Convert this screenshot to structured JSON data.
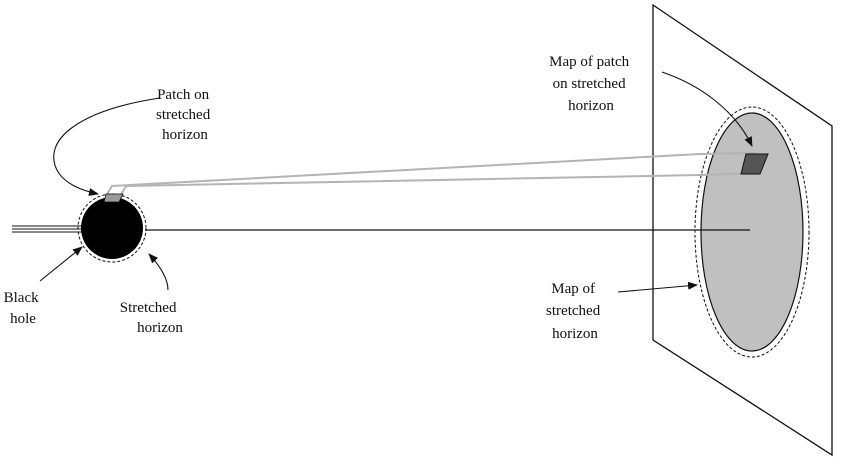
{
  "labels": {
    "patch_on_stretched_horizon": [
      "Patch  on",
      "stretched",
      "horizon"
    ],
    "map_of_patch": [
      "Map  of  patch",
      "on  stretched",
      "horizon"
    ],
    "black_hole": [
      "Black",
      "hole"
    ],
    "stretched_horizon": [
      "Stretched",
      "horizon"
    ],
    "map_of_stretched_horizon": [
      "Map  of",
      "stretched",
      "horizon"
    ]
  },
  "colors": {
    "ink": "#111111",
    "black_hole_fill": "#000000",
    "map_fill": "#c0c0c0",
    "patch_fill": "#9a9a9a",
    "map_patch_fill": "#555555",
    "ray_stroke": "#b4b4b4"
  }
}
